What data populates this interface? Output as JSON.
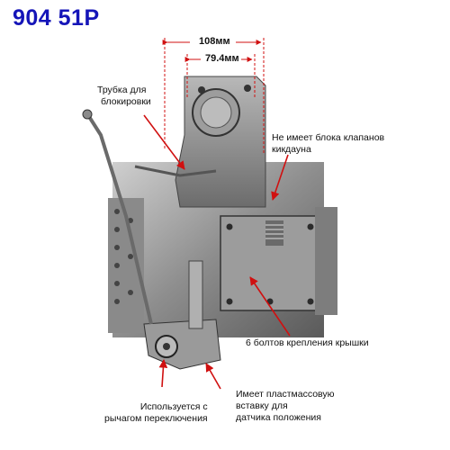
{
  "title": "904 51P",
  "dimensions": {
    "outer": "108мм",
    "inner": "79.4мм"
  },
  "callouts": {
    "lockup_tube": [
      "Трубка для",
      "блокировки"
    ],
    "no_kickdown": [
      "Не имеет блока клапанов",
      "кикдауна"
    ],
    "cover_bolts": "6 болтов крепления крышки",
    "shift_lever": [
      "Используется с",
      "рычагом переключения"
    ],
    "plastic_insert": [
      "Имеет пластмассовую",
      "вставку для",
      "датчика положения"
    ]
  },
  "colors": {
    "title": "#1515b8",
    "arrow": "#d01010",
    "dimension_line": "#d01010"
  }
}
